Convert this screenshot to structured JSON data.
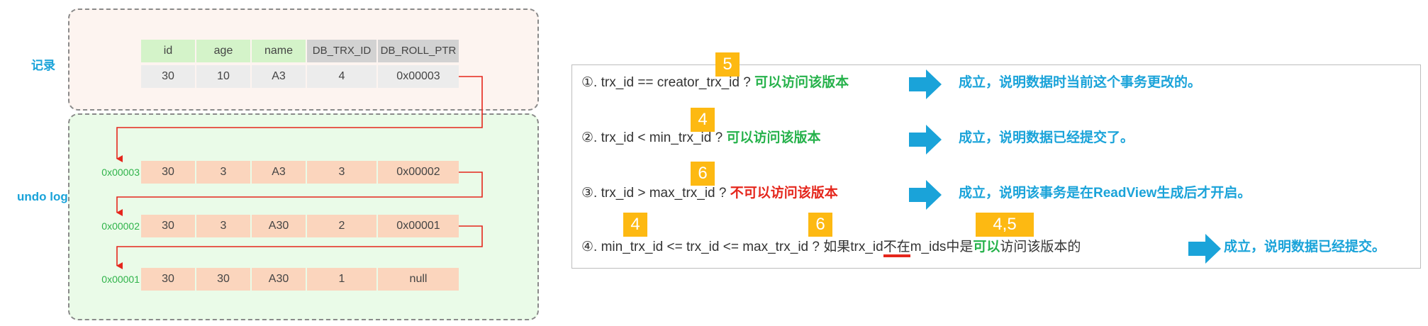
{
  "labels": {
    "record": "记录",
    "undo_log": "undo log"
  },
  "record_table": {
    "headers": [
      "id",
      "age",
      "name",
      "DB_TRX_ID",
      "DB_ROLL_PTR"
    ],
    "row": [
      "30",
      "10",
      "A3",
      "4",
      "0x00003"
    ]
  },
  "undo_rows": [
    {
      "addr": "0x00003",
      "cells": [
        "30",
        "3",
        "A3",
        "3",
        "0x00002"
      ]
    },
    {
      "addr": "0x00002",
      "cells": [
        "30",
        "3",
        "A30",
        "2",
        "0x00001"
      ]
    },
    {
      "addr": "0x00001",
      "cells": [
        "30",
        "30",
        "A30",
        "1",
        "null"
      ]
    }
  ],
  "rules": {
    "r1": {
      "text": "①. trx_id  == creator_trx_id ? ",
      "verdict": "可以访问该版本",
      "result": "成立，说明数据时当前这个事务更改的。",
      "badge": "5"
    },
    "r2": {
      "text": "②. trx_id < min_trx_id ? ",
      "verdict": "可以访问该版本",
      "result": "成立，说明数据已经提交了。",
      "badge": "4"
    },
    "r3": {
      "text": "③. trx_id > max_trx_id ? ",
      "verdict": "不可以访问该版本",
      "result": "成立，说明该事务是在ReadView生成后才开启。",
      "badge": "6"
    },
    "r4": {
      "text_a": "④. min_trx_id <= trx_id <= max_trx_id ? 如果trx_id",
      "text_b": "不在",
      "text_c": "m_ids中是",
      "verdict": "可以",
      "text_d": "访问该版本的",
      "result": "成立，说明数据已经提交。",
      "badge_a": "4",
      "badge_b": "6",
      "badge_c": "4,5"
    }
  },
  "colors": {
    "accent_blue": "#1aa3d9",
    "green_text": "#26b24b",
    "red_text": "#e5261c",
    "badge": "#fdb912",
    "arrow_red": "#e5261c"
  }
}
